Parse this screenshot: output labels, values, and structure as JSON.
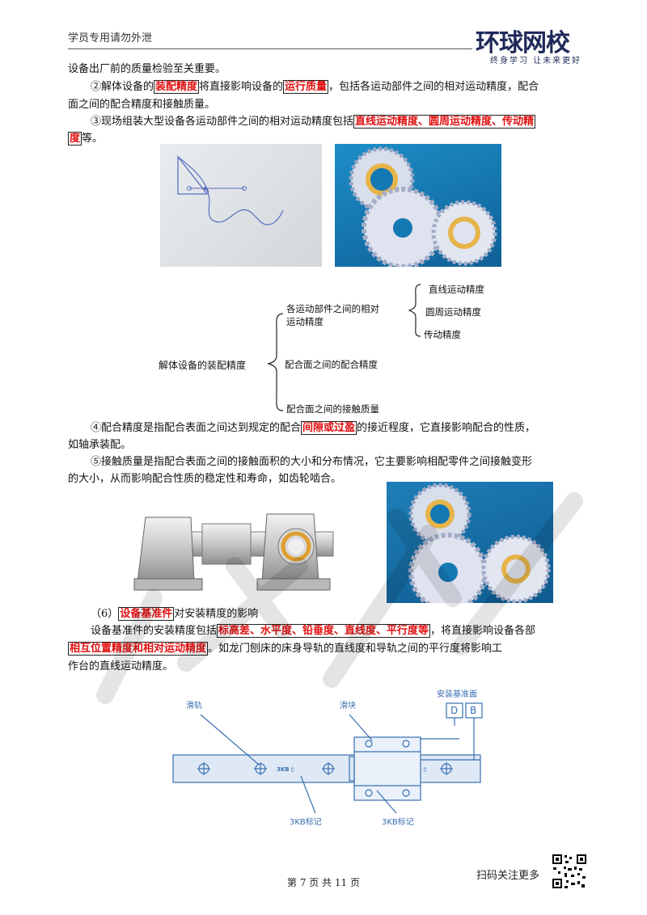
{
  "header": {
    "left_text": "学员专用请勿外泄",
    "logo_text": "环球网校",
    "logo_sub": "终身学习 让未来更好"
  },
  "paragraphs": {
    "p1": "设备出厂前的质量检验至关重要。",
    "p2_a": "②解体设备的",
    "p2_h1": "装配精度",
    "p2_b": "将直接影响设备的",
    "p2_h2": "运行质量",
    "p2_c": "，包括各运动部件之间的相对运动精度，配合",
    "p2_d": "面之间的配合精度和接触质量。",
    "p3_a": "③现场组装大型设备各运动部件之间的相对运动精度包括",
    "p3_h1": "直线运动精度、圆周运动精度、传动精",
    "p3_h2": "度",
    "p3_b": "等。",
    "p4_a": "④配合精度是指配合表面之间达到规定的配合",
    "p4_h": "间隙或过盈",
    "p4_b": "的接近程度，它直接影响配合的性质，",
    "p4_c": "如轴承装配。",
    "p5_a": "⑤接触质量是指配合表面之间的接触面积的大小和分布情况，它主要影响相配零件之间接触变形",
    "p5_b": "的大小，从而影响配合性质的稳定性和寿命，如齿轮啮合。",
    "p6_a": "（6）",
    "p6_h": "设备基准件",
    "p6_b": "对安装精度的影响",
    "p7_a": "设备基准件的安装精度包括",
    "p7_h": "标高差、水平度、铅垂度、直线度、平行度等",
    "p7_b": "，将直接影响设备各部",
    "p8_h": "相互位置精度和相对运动精度",
    "p8_b": "。如龙门刨床的床身导轨的直线度和导轨之间的平行度将影响工",
    "p9": "作台的直线运动精度。"
  },
  "tree": {
    "root": "解体设备的装配精度",
    "b1_line1": "各运动部件之间的相对",
    "b1_line2": "运动精度",
    "leaf1": "直线运动精度",
    "leaf2": "圆周运动精度",
    "leaf3": "传动精度",
    "b2": "配合面之间的配合精度",
    "b3": "配合面之间的接触质量"
  },
  "rail_diagram": {
    "label_rail": "滑轨",
    "label_block": "滑块",
    "label_ref": "安装基准面",
    "box_d": "D",
    "box_b": "B",
    "mark_text": "3KB",
    "label_mark1": "3KB标记",
    "label_mark2": "3KB标记"
  },
  "footer": {
    "page": "第 7 页 共 11 页",
    "scan": "扫码关注更多"
  },
  "colors": {
    "highlight": "#e01010",
    "diagram_blue": "#3a6fb0",
    "photo_bg": "#1f7fb8"
  }
}
